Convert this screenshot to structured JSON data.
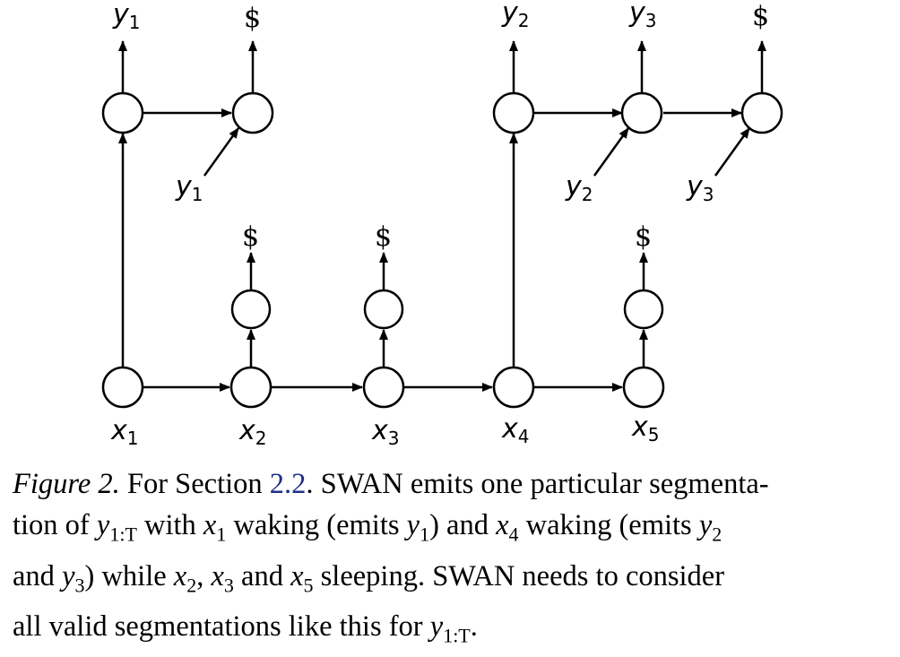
{
  "caption": {
    "figure_label": "Figure 2.",
    "t1": " For Section ",
    "section_ref": "2.2",
    "t2": ". SWAN emits one particular segmenta-",
    "t3": "tion of ",
    "m_y1T_a": "y",
    "sub_1T_a": "1:T",
    "t4": " with ",
    "m_x1": "x",
    "sub_x1": "1",
    "t5": " waking (emits ",
    "m_y1": "y",
    "sub_y1": "1",
    "t6": ") and ",
    "m_x4": "x",
    "sub_x4": "4",
    "t7": " waking (emits ",
    "m_y2": "y",
    "sub_y2": "2",
    "t8": "and ",
    "m_y3": "y",
    "sub_y3": "3",
    "t9": ") while ",
    "m_x2": "x",
    "sub_x2": "2",
    "t10": ", ",
    "m_x3": "x",
    "sub_x3": "3",
    "t11": " and ",
    "m_x5": "x",
    "sub_x5": "5",
    "t12": " sleeping. SWAN needs to consider",
    "t13": "all valid segmentations like this for ",
    "m_y1T_b": "y",
    "sub_1T_b": "1:T",
    "t14": "."
  },
  "diagram": {
    "input_labels": [
      {
        "base": "x",
        "sub": "1"
      },
      {
        "base": "x",
        "sub": "2"
      },
      {
        "base": "x",
        "sub": "3"
      },
      {
        "base": "x",
        "sub": "4"
      },
      {
        "base": "x",
        "sub": "5"
      }
    ],
    "output_labels": [
      {
        "base": "y",
        "sub": "1"
      },
      {
        "base": "",
        "sub": "",
        "text": "$"
      },
      {
        "base": "y",
        "sub": "2"
      },
      {
        "base": "y",
        "sub": "3"
      },
      {
        "base": "",
        "sub": "",
        "text": "$"
      }
    ],
    "feed_labels": [
      {
        "base": "y",
        "sub": "1"
      },
      {
        "base": "y",
        "sub": "2"
      },
      {
        "base": "y",
        "sub": "3"
      }
    ],
    "sleep_end_symbol": "$"
  }
}
